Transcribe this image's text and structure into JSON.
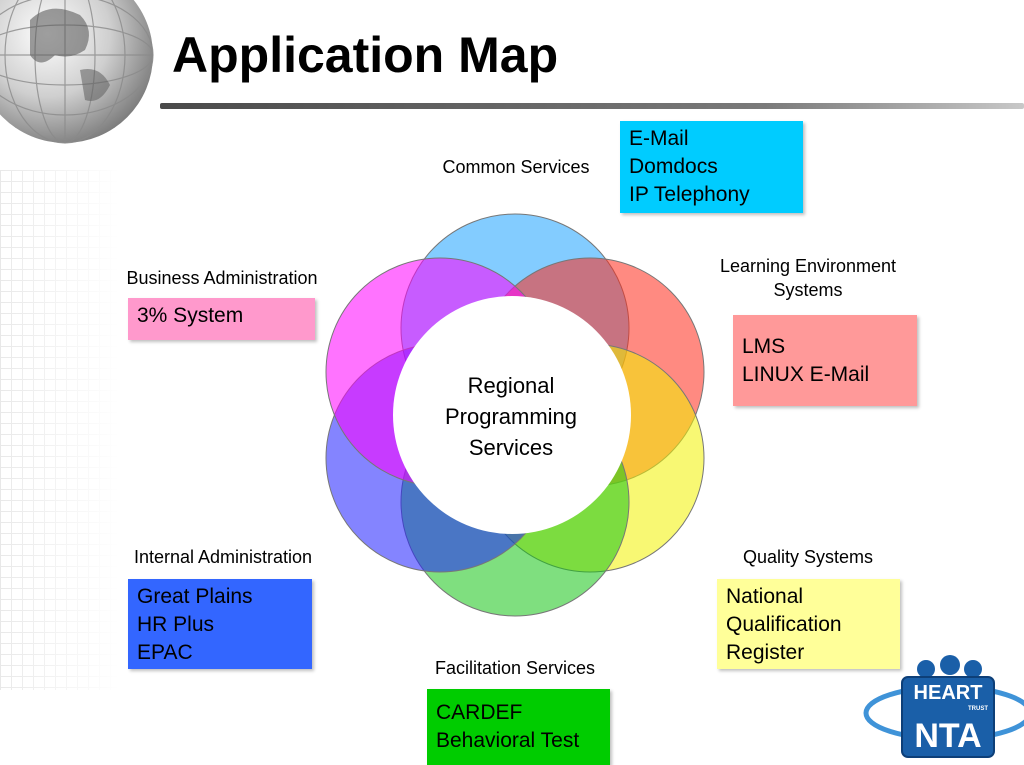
{
  "title": "Application Map",
  "center": {
    "lines": [
      "Regional",
      "Programming",
      "Services"
    ]
  },
  "sections": {
    "common": {
      "label": "Common Services",
      "items": [
        "E-Mail",
        "Domdocs",
        "IP Telephony"
      ],
      "color": "#00ccff"
    },
    "business": {
      "label": "Business Administration",
      "items": [
        "3% System"
      ],
      "color": "#ff99cc"
    },
    "learning": {
      "label_lines": [
        "Learning Environment",
        "Systems"
      ],
      "items": [
        "LMS",
        "LINUX E-Mail"
      ],
      "color": "#ff9999"
    },
    "internal": {
      "label": "Internal Administration",
      "items": [
        "Great Plains",
        "HR Plus",
        "EPAC"
      ],
      "color": "#3366ff"
    },
    "quality": {
      "label": "Quality Systems",
      "items": [
        "National",
        "Qualification",
        "Register"
      ],
      "color": "#ffff99"
    },
    "facilitation": {
      "label": "Facilitation Services",
      "items": [
        "CARDEF",
        "Behavioral Test"
      ],
      "color": "#00cc00"
    }
  },
  "logo": {
    "text_top": "HEART",
    "text_sub": "TRUST",
    "text_bottom": "NTA"
  }
}
